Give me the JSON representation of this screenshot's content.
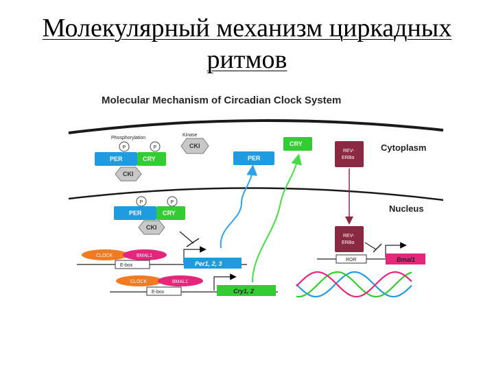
{
  "slide": {
    "title_line1": "Молекулярный механизм циркадных",
    "title_line2": "ритмов"
  },
  "diagram": {
    "title": "Molecular Mechanism of Circadian Clock System",
    "cytoplasm_label": "Cytoplasm",
    "nucleus_label": "Nucleus",
    "phosphorylation_label": "Phosphorylation",
    "kinase_label": "Kinase",
    "p_label": "P",
    "per": "PER",
    "cry": "CRY",
    "cki": "CKI",
    "rev_erb_line1": "REV-",
    "rev_erb_line2": "ERBα",
    "clock": "CLOCK",
    "bmal1": "BMAL1",
    "ebox": "E-box",
    "per_genes": "Per1, 2, 3",
    "cry_genes": "Cry1, 2",
    "ror": "ROR",
    "bmal1_gene": "Bmal1"
  },
  "colors": {
    "per_blue": "#1f9be0",
    "cry_green": "#33cc33",
    "cki_gray": "#c8c8c8",
    "rev_erb": "#8b2942",
    "clock_orange": "#f07b22",
    "bmal1_magenta": "#e6267a",
    "membrane": "#1a1a1a"
  }
}
